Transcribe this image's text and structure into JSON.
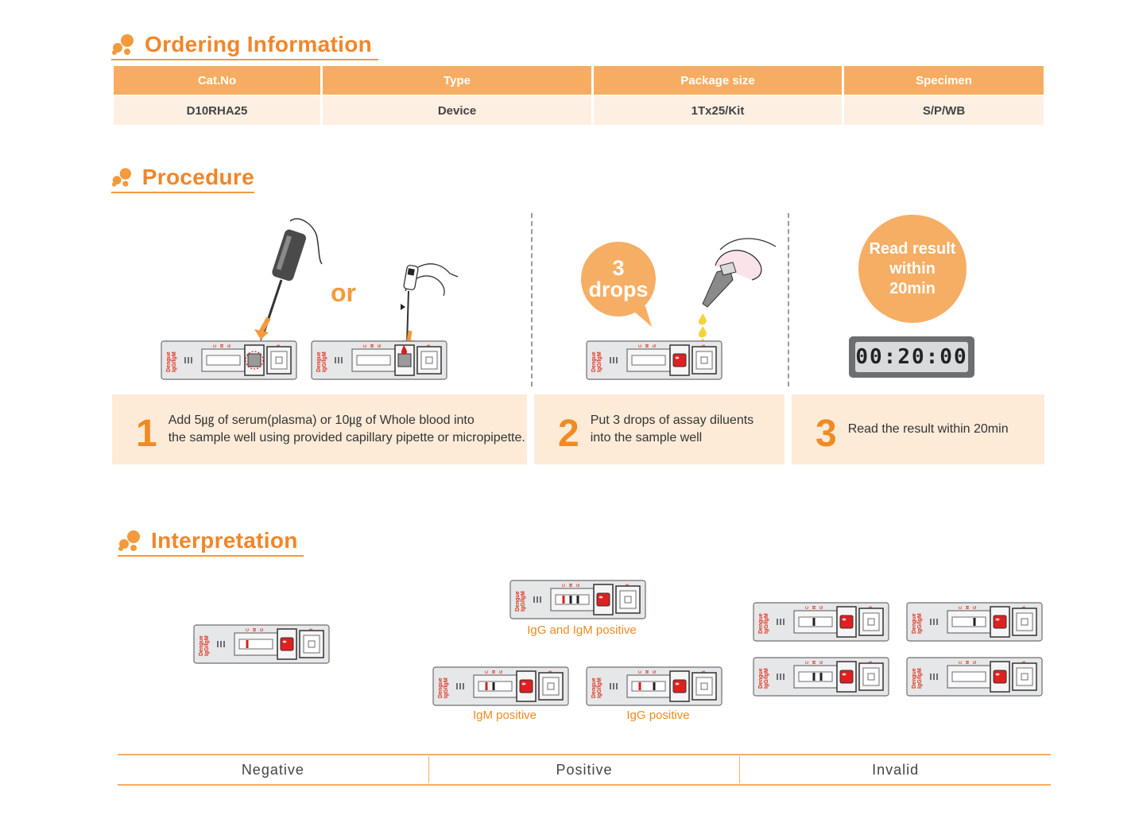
{
  "ordering": {
    "title": "Ordering Information",
    "headers": [
      "Cat.No",
      "Type",
      "Package size",
      "Specimen"
    ],
    "row": [
      "D10RHA25",
      "Device",
      "1Tx25/Kit",
      "S/P/WB"
    ]
  },
  "procedure": {
    "title": "Procedure",
    "or_text": "or",
    "drops_bubble": [
      "3",
      "drops"
    ],
    "read_bubble": [
      "Read result",
      "within",
      "20min"
    ],
    "timer": "00:20:00",
    "steps": [
      {
        "num": "1",
        "line1": "Add 5㎍ of serum(plasma) or 10㎍ of Whole blood into",
        "line2": "the sample well using provided capillary pipette or micropipette."
      },
      {
        "num": "2",
        "line1": "Put 3 drops of assay diluents",
        "line2": "into the sample well"
      },
      {
        "num": "3",
        "line1": "Read the result within 20min",
        "line2": ""
      }
    ]
  },
  "device": {
    "label1": "Dengue",
    "label2": "IgG/IgM",
    "marks": [
      "C",
      "M",
      "G",
      "S",
      "B"
    ]
  },
  "interpretation": {
    "title": "Interpretation",
    "results": {
      "both": "IgG and IgM positive",
      "igm": "IgM positive",
      "igg": "IgG positive"
    },
    "categories": [
      "Negative",
      "Positive",
      "Invalid"
    ]
  }
}
